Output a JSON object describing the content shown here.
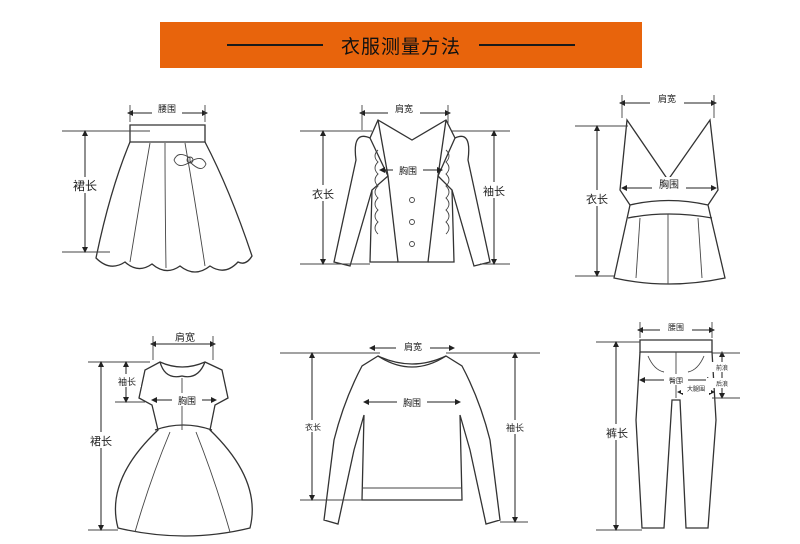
{
  "banner": {
    "title": "衣服测量方法",
    "color": "#E8640C"
  },
  "labels": {
    "skirt_waist": "腰围",
    "skirt_length": "裙长",
    "jacket_shoulder": "肩宽",
    "jacket_chest": "胸围",
    "jacket_length": "衣长",
    "jacket_sleeve": "袖长",
    "vest_shoulder": "肩宽",
    "vest_chest": "胸围",
    "vest_length": "衣长",
    "dress_shoulder": "肩宽",
    "dress_sleeve": "袖长",
    "dress_chest": "胸围",
    "dress_length": "裙长",
    "tee_shoulder": "肩宽",
    "tee_chest": "胸围",
    "tee_length": "衣长",
    "tee_sleeve": "袖长",
    "pants_waist": "腰围",
    "pants_hip": "臀围",
    "pants_thigh": "大腿围",
    "pants_rise": "前浪",
    "pants_back_rise": "后浪",
    "pants_length": "裤长"
  }
}
